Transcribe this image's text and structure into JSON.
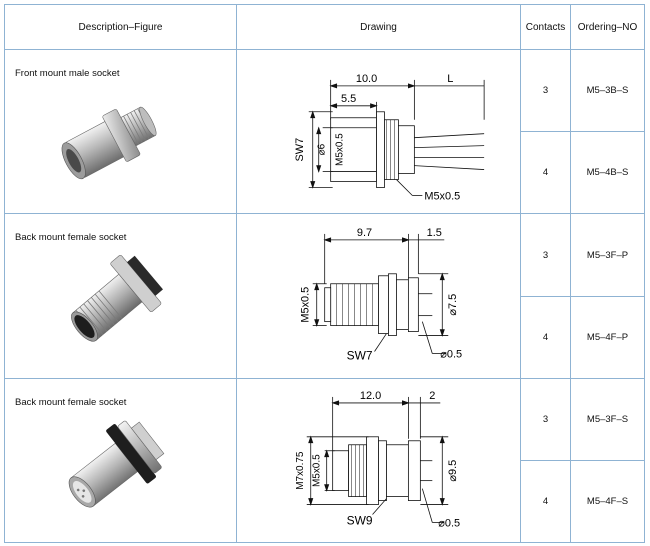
{
  "table": {
    "headers": {
      "description": "Description–Figure",
      "drawing": "Drawing",
      "contacts": "Contacts",
      "ordering": "Ordering–NO"
    },
    "groups": [
      {
        "description": "Front mount male socket",
        "dims": {
          "a": "10.0",
          "b": "5.5",
          "c": "L",
          "d": "SW7",
          "e": "⌀6",
          "f": "M5x0.5",
          "g": "M5x0.5"
        },
        "rows": [
          {
            "contacts": "3",
            "ordering": "M5–3B–S"
          },
          {
            "contacts": "4",
            "ordering": "M5–4B–S"
          }
        ]
      },
      {
        "description": "Back mount female socket",
        "dims": {
          "a": "9.7",
          "b": "1.5",
          "c": "M5x0.5",
          "d": "⌀7.5",
          "e": "SW7",
          "f": "⌀0.5"
        },
        "rows": [
          {
            "contacts": "3",
            "ordering": "M5–3F–P"
          },
          {
            "contacts": "4",
            "ordering": "M5–4F–P"
          }
        ]
      },
      {
        "description": "Back mount female socket",
        "dims": {
          "a": "12.0",
          "b": "2",
          "c": "M7x0.75",
          "d": "M5x0.5",
          "e": "⌀9.5",
          "f": "SW9",
          "g": "⌀0.5"
        },
        "rows": [
          {
            "contacts": "3",
            "ordering": "M5–3F–S"
          },
          {
            "contacts": "4",
            "ordering": "M5–4F–S"
          }
        ]
      }
    ]
  }
}
